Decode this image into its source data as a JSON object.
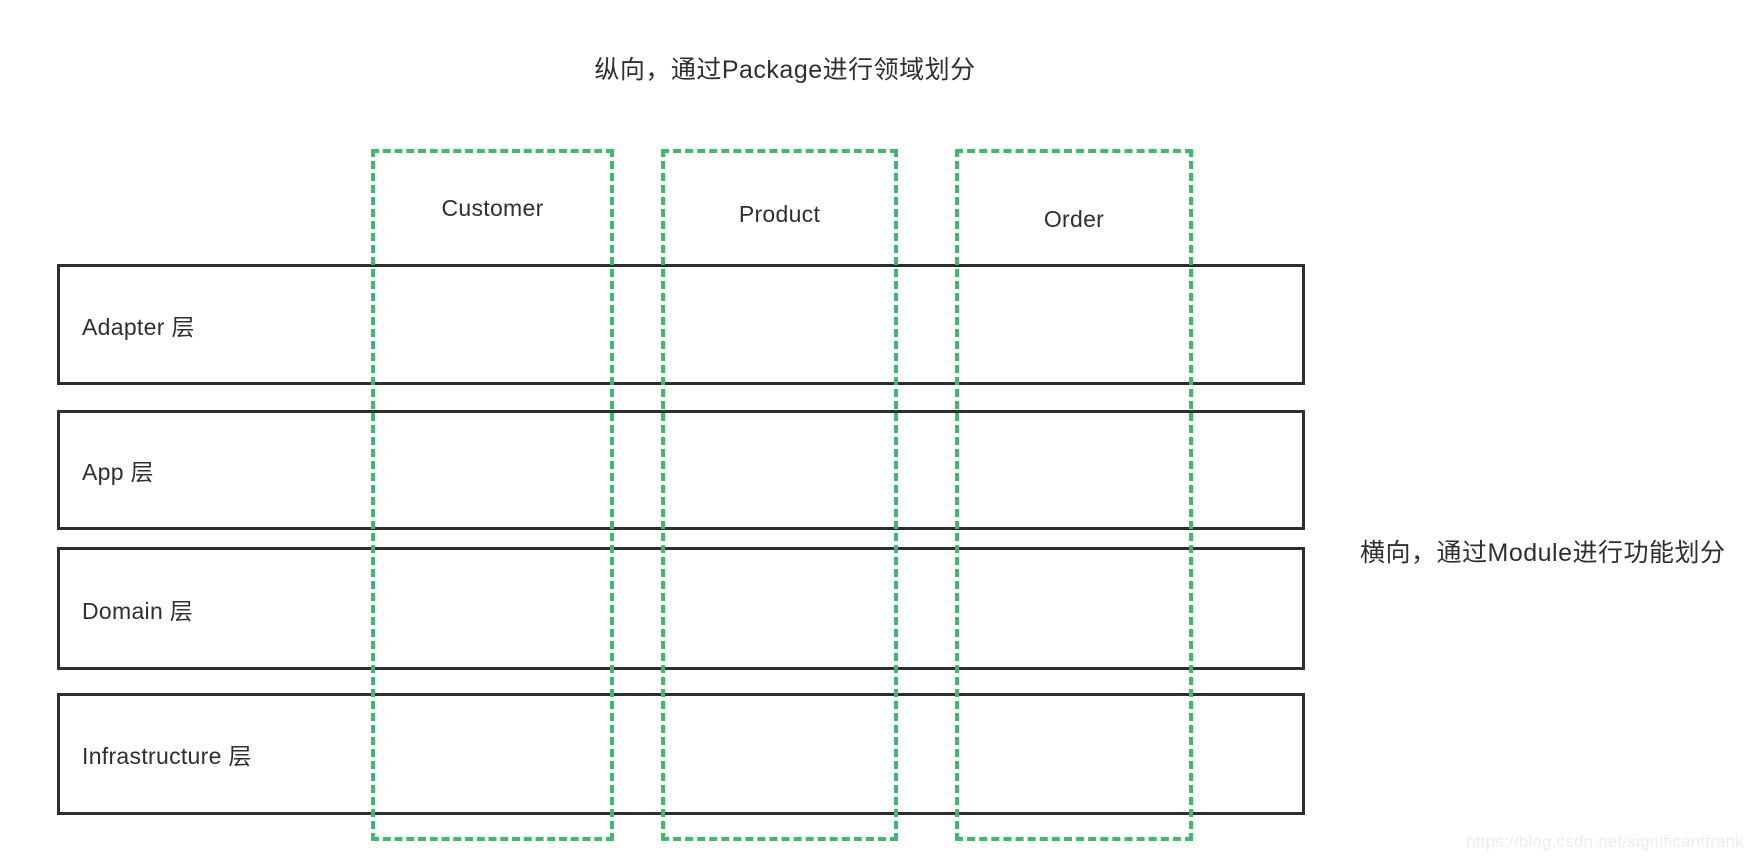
{
  "diagram": {
    "title": "纵向，通过Package进行领域划分",
    "side_note": "横向，通过Module进行功能划分",
    "watermark": "https://blog.csdn.net/significantfrank",
    "colors": {
      "layer_border": "#2e2e2e",
      "package_border": "#3cba6d",
      "text": "#2f2f2f",
      "background": "#ffffff",
      "watermark": "#ececec"
    },
    "layers": [
      {
        "label": "Adapter 层"
      },
      {
        "label": "App 层"
      },
      {
        "label": "Domain 层"
      },
      {
        "label": "Infrastructure 层"
      }
    ],
    "packages": [
      {
        "label": "Customer"
      },
      {
        "label": "Product"
      },
      {
        "label": "Order"
      }
    ]
  }
}
